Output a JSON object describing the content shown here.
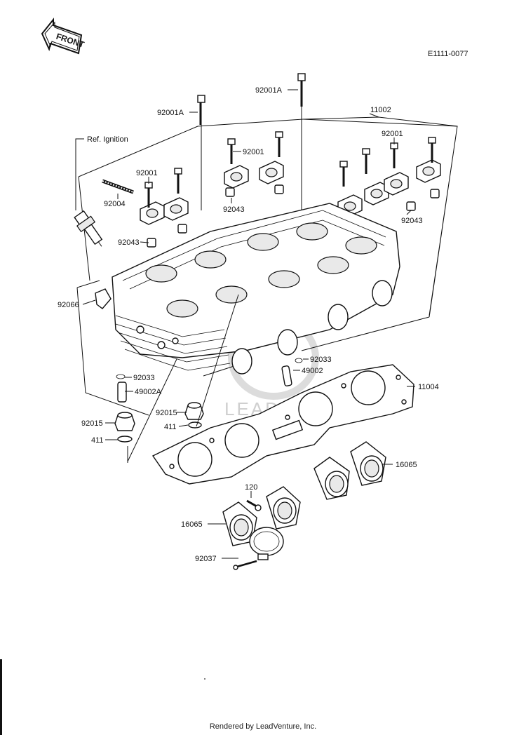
{
  "header": {
    "front_label": "FRONT",
    "diagram_code": "E1111-0077"
  },
  "reference": {
    "ignition_label": "Ref. Ignition"
  },
  "watermark": "LEADVENTURE",
  "callouts": {
    "c_92001A_left": "92001A",
    "c_92001A_right": "92001A",
    "c_11002": "11002",
    "c_92001_right": "92001",
    "c_92001_mid": "92001",
    "c_92001_left": "92001",
    "c_92004": "92004",
    "c_92043_mid": "92043",
    "c_92043_right": "92043",
    "c_92043_left": "92043",
    "c_92066": "92066",
    "c_92033_right": "92033",
    "c_49002": "49002",
    "c_92033_left": "92033",
    "c_49002A": "49002A",
    "c_11004": "11004",
    "c_92015_mid": "92015",
    "c_92015_left": "92015",
    "c_411_mid": "411",
    "c_411_left": "411",
    "c_16065_right": "16065",
    "c_120": "120",
    "c_16065_left": "16065",
    "c_92037": "92037"
  },
  "footer": {
    "rendered_by": "Rendered by LeadVenture, Inc."
  }
}
